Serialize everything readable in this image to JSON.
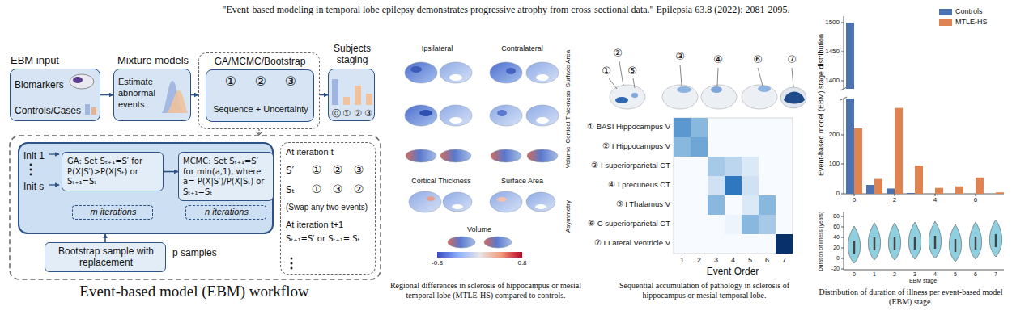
{
  "diagram": {
    "title": "\"Event-based modeling in temporal lobe epilepsy demonstrates progressive atrophy from cross-sectional data.\" Epilepsia 63.8 (2022): 2081-2095.",
    "nodes": [
      {
        "text": [
          "EBM input",
          "Biomarkers",
          "Controls/Cases"
        ]
      },
      {
        "text": [
          "Mixture models",
          "Estimate abnormal events"
        ]
      },
      {
        "text": [
          "GA/MCMC/Bootstrap"
        ]
      },
      {
        "text": [
          "①",
          "②",
          "③",
          "Sequence + Uncertainty"
        ],
        "in": 2
      },
      {
        "text": [
          "Subjects staging",
          "⓪",
          "①",
          "②",
          "③"
        ]
      },
      {
        "text": [
          "Init 1",
          "Init s"
        ]
      },
      {
        "text": [
          "GA: Set Sₜ₊₁=S′ for P(X|S′)>P(X|Sₜ) or Sₜ₊₁=Sₜ"
        ],
        "in": 5
      },
      {
        "text": [
          "m iterations"
        ],
        "in": 5
      },
      {
        "text": [
          "MCMC: Set Sₜ₊₁=S′ for min(a,1), where a= P(X|S′)/P(X|Sₜ) or Sₜ₊₁=Sₜ"
        ],
        "in": 5
      },
      {
        "text": [
          "n iterations"
        ],
        "in": 5
      },
      {
        "text": [
          "Bootstrap sample with replacement"
        ]
      },
      {
        "text": [
          "At iteration t",
          "S′",
          "①",
          "②",
          "③",
          "Sₜ",
          "①",
          "③",
          "②",
          "(Swap any two events)",
          "At iteration t+1",
          "Sₜ₊₁=S′ or Sₜ₊₁= Sₜ"
        ]
      }
    ],
    "edges": [
      {
        "from": 0,
        "to": 1,
        "arrow": "to"
      },
      {
        "from": 1,
        "to": 2,
        "arrow": "to"
      },
      {
        "from": 2,
        "to": 4,
        "arrow": "to"
      },
      {
        "from": 6,
        "to": 8,
        "arrow": "to"
      },
      {
        "from": 10,
        "to": 5,
        "arrow": "to"
      }
    ],
    "labels": [
      "Event-based model (EBM) workflow",
      "p samples",
      "Ipsilateral",
      "Contralateral",
      "Surface Area",
      "Cortical Thickness",
      "Volume",
      "Cortical Thickness",
      "Surface Area",
      "Asymmetry",
      "Volume",
      "-0.8",
      "0.8",
      "Regional differences in sclerosis of hippocampus or mesial temporal lobe (MTLE-HS) compared to controls.",
      "①",
      "②",
      "⑤",
      "③",
      "④",
      "⑥",
      "⑦",
      "① BASI Hippocampus V",
      "② I Hippocampus V",
      "③ I superiorparietal CT",
      "④ I precuneus CT",
      "⑤ I Thalamus V",
      "⑥ C superiorparietal CT",
      "⑦ I Lateral Ventricle V",
      "1",
      "2",
      "3",
      "4",
      "5",
      "6",
      "7",
      "Event Order",
      "Sequential accumulation of pathology in sclerosis of hippocampus or mesial temporal lobe.",
      "Event-based model (EBM) stage distribution",
      "1500",
      "1450",
      "1400",
      "0",
      "100",
      "200",
      "0",
      "2",
      "4",
      "6",
      "Duration of illness (years)",
      "80",
      "60",
      "40",
      "20",
      "0",
      "-20",
      "0",
      "1",
      "2",
      "3",
      "4",
      "5",
      "6",
      "7",
      "EBM stage",
      "Distribution of duration of illness per event-based model (EBM) stage."
    ],
    "legend": [
      {
        "text": "Controls",
        "color": "#4c72b0"
      },
      {
        "text": "MTLE-HS",
        "color": "#dd8452"
      }
    ]
  }
}
